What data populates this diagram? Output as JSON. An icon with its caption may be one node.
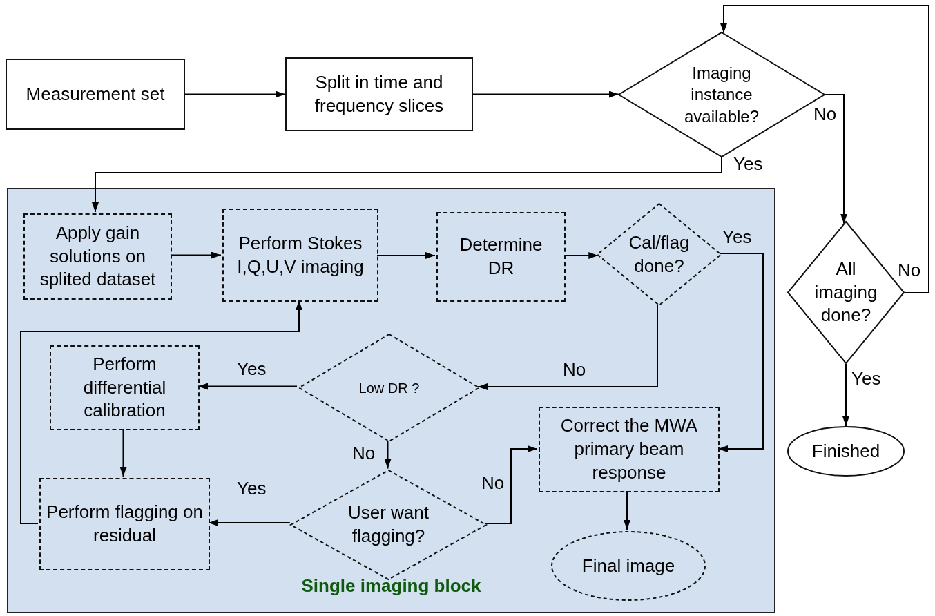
{
  "diagram": {
    "nodes": [
      {
        "text": [
          "Measurement set"
        ]
      },
      {
        "text": [
          "Split in time and frequency slices"
        ]
      },
      {
        "text": [
          "Imaging instance available?"
        ]
      },
      {
        "text": [
          "Single imaging block"
        ]
      },
      {
        "text": [
          "Apply gain solutions on splited dataset"
        ],
        "in": 3
      },
      {
        "text": [
          "Perform Stokes I,Q,U,V imaging"
        ],
        "in": 3
      },
      {
        "text": [
          "Determine DR"
        ],
        "in": 3
      },
      {
        "text": [
          "Cal/flag done?"
        ],
        "in": 3
      },
      {
        "text": [
          "Perform differential calibration"
        ],
        "in": 3
      },
      {
        "text": [
          "Low DR ?"
        ],
        "in": 3
      },
      {
        "text": [
          "Correct the MWA primary beam response"
        ],
        "in": 3
      },
      {
        "text": [
          "Perform flagging on residual"
        ],
        "in": 3
      },
      {
        "text": [
          "User want flagging?"
        ],
        "in": 3
      },
      {
        "text": [
          "Final image"
        ],
        "in": 3
      },
      {
        "text": [
          "All imaging done?"
        ]
      },
      {
        "text": [
          "Finished"
        ]
      }
    ],
    "edges": [
      {
        "from": 0,
        "to": 1,
        "arrow": "to"
      },
      {
        "from": 1,
        "to": 2,
        "arrow": "to"
      },
      {
        "from": 2,
        "to": 4,
        "arrow": "to",
        "label": "Yes"
      },
      {
        "from": 2,
        "to": 14,
        "arrow": "to",
        "label": "No"
      },
      {
        "from": 4,
        "to": 5,
        "arrow": "to"
      },
      {
        "from": 5,
        "to": 6,
        "arrow": "to"
      },
      {
        "from": 6,
        "to": 7,
        "arrow": "to"
      },
      {
        "from": 7,
        "to": 10,
        "arrow": "to",
        "label": "Yes"
      },
      {
        "from": 7,
        "to": 9,
        "arrow": "to",
        "label": "No"
      },
      {
        "from": 9,
        "to": 8,
        "arrow": "to",
        "label": "Yes"
      },
      {
        "from": 9,
        "to": 12,
        "arrow": "to",
        "label": "No"
      },
      {
        "from": 8,
        "to": 11,
        "arrow": "to"
      },
      {
        "from": 12,
        "to": 11,
        "arrow": "to",
        "label": "Yes"
      },
      {
        "from": 12,
        "to": 10,
        "arrow": "to",
        "label": "No"
      },
      {
        "from": 11,
        "to": 5,
        "arrow": "to"
      },
      {
        "from": 10,
        "to": 13,
        "arrow": "to"
      },
      {
        "from": 14,
        "to": 2,
        "arrow": "to",
        "label": "No"
      },
      {
        "from": 14,
        "to": 15,
        "arrow": "to",
        "label": "Yes"
      }
    ]
  }
}
